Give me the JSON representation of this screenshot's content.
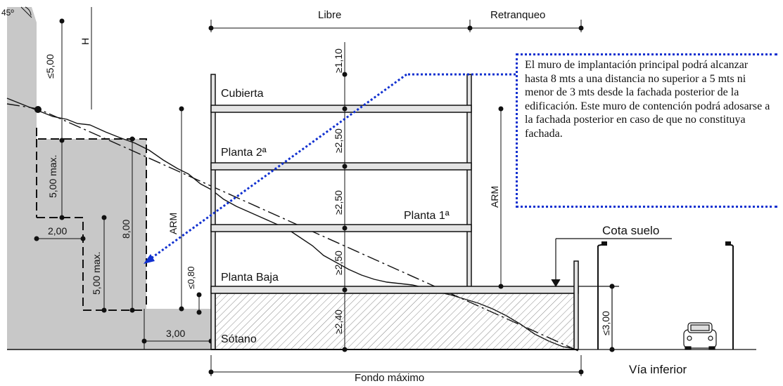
{
  "labels": {
    "free": "Libre",
    "setback": "Retranqueo",
    "roof": "Cubierta",
    "floor2": "Planta 2ª",
    "floor1": "Planta 1ª",
    "ground": "Planta Baja",
    "basement": "Sótano",
    "ground_level": "Cota suelo",
    "lower_road": "Vía inferior",
    "max_depth": "Fondo máximo",
    "arm_left": "ARM",
    "arm_right": "ARM",
    "h": "H",
    "angle": "45º"
  },
  "dimensions": {
    "d_5_00": "≤5,00",
    "d_5_00_max_a": "5,00 max.",
    "d_5_00_max_b": "5,00 max.",
    "d_2_00": "2,00",
    "d_8_00": "8,00",
    "d_3_00": "3,00",
    "d_0_80": "≤0,80",
    "d_1_10": "≥1,10",
    "d_2_50_a": "≥2,50",
    "d_2_50_b": "≥2,50",
    "d_2_50_c": "≥2,50",
    "d_2_40": "≥2,40",
    "d_3_00_right": "≤3,00"
  },
  "note": {
    "text": "El muro de implantación principal podrá alcanzar hasta 8 mts a una distancia no superior a 5 mts ni menor de 3 mts desde la fachada posterior de la edificación. Este muro de contención podrá adosarse a la fachada posterior en caso de que no constituya fachada."
  },
  "colors": {
    "note_border": "#1030d0",
    "wall_fill": "#c8c8c8",
    "line": "#111111"
  }
}
